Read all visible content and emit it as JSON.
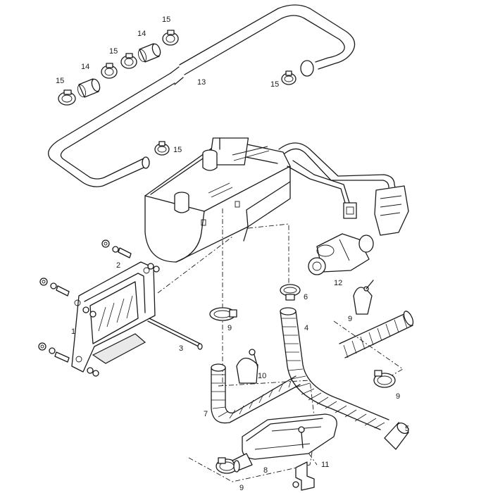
{
  "labels": {
    "p1": "1",
    "p2": "2",
    "p3": "3",
    "p4": "4",
    "p5": "5",
    "p6": "6",
    "p7": "7",
    "p8": "8",
    "p9a": "9",
    "p9b": "9",
    "p9c": "9",
    "p9d": "9",
    "p10": "10",
    "p11": "11",
    "p12": "12",
    "p13": "13",
    "p14a": "14",
    "p14b": "14",
    "p15a": "15",
    "p15b": "15",
    "p15c": "15",
    "p15d": "15",
    "p15e": "15"
  }
}
